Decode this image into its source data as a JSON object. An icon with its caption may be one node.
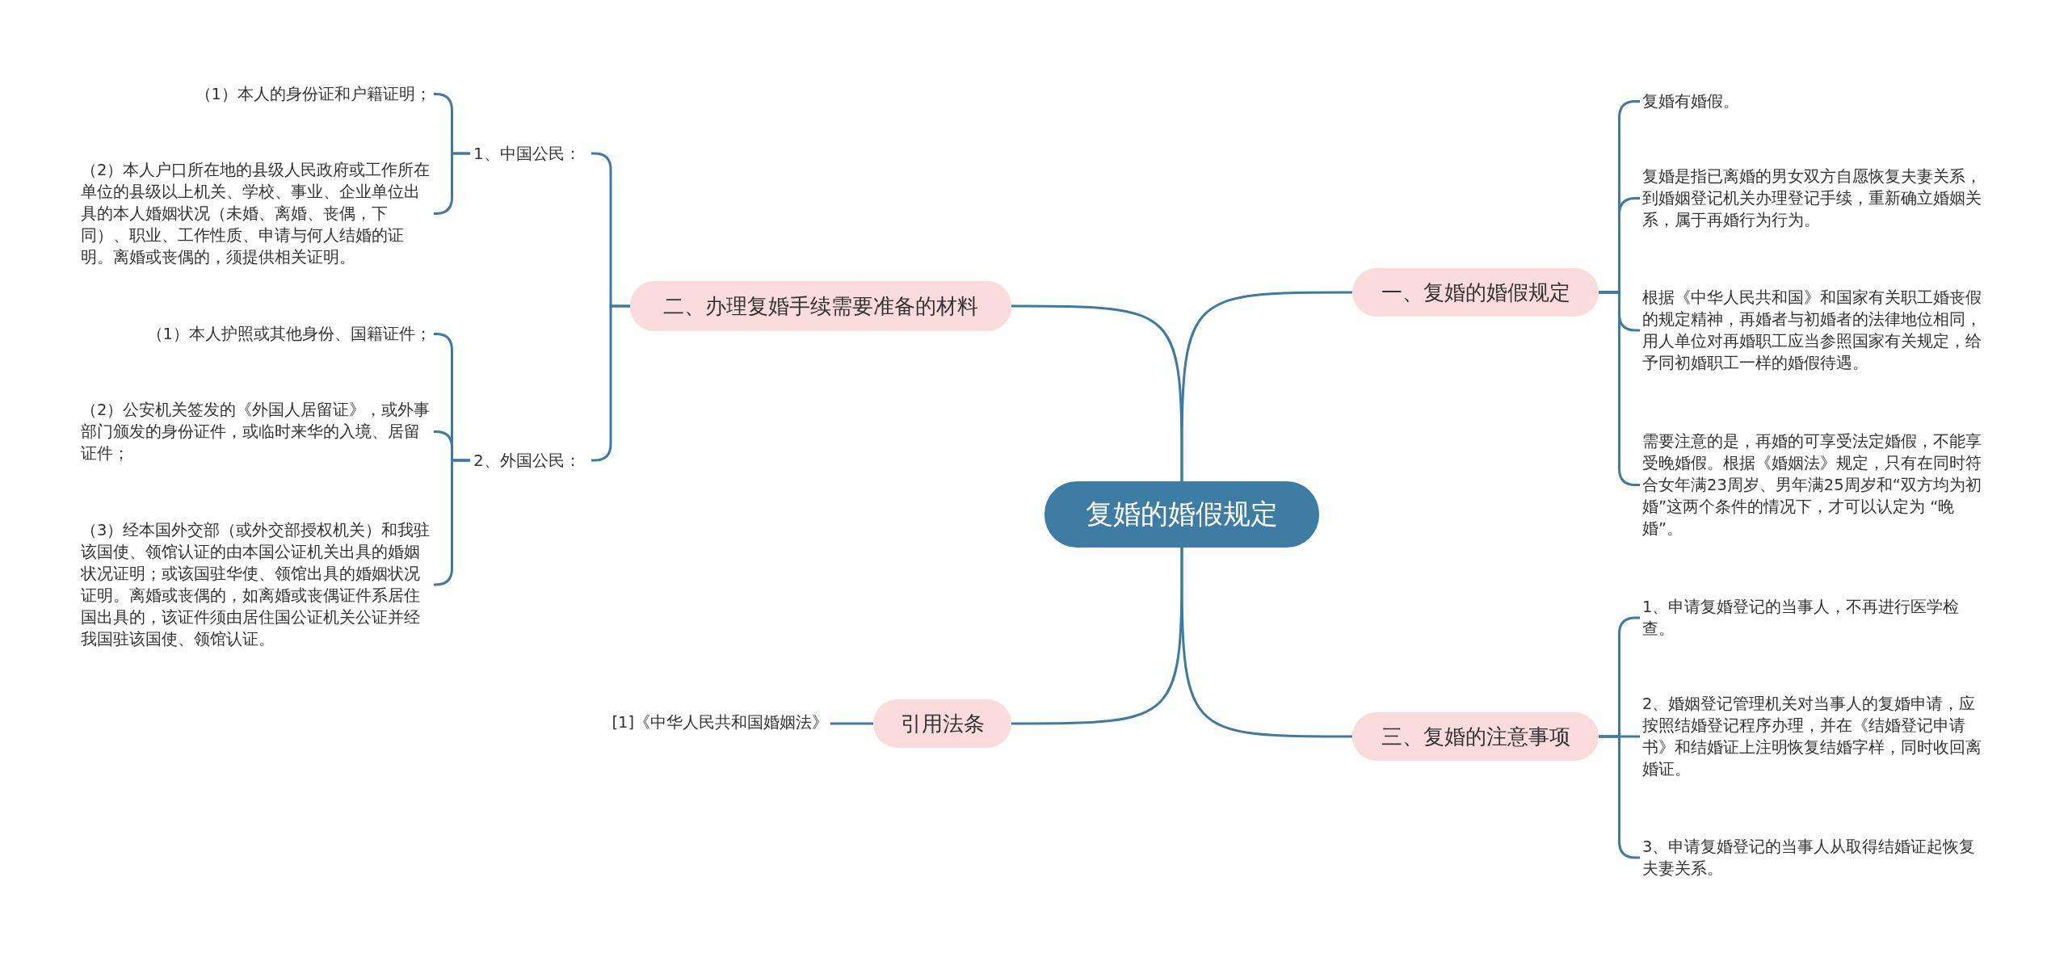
{
  "diagram": {
    "nodes": [
      {
        "text": [
          "复婚的婚假规定"
        ]
      },
      {
        "text": [
          "一、复婚的婚假规定"
        ]
      },
      {
        "text": [
          "复婚有婚假。"
        ]
      },
      {
        "text": [
          "复婚是指已离婚的男女双方自愿恢复夫妻关系，到婚姻登记机关办理登记手续，重新确立婚姻关系，属于再婚行为行为。"
        ]
      },
      {
        "text": [
          "根据《中华人民共和国》和国家有关职工婚丧假的规定精神，再婚者与初婚者的法律地位相同，用人单位对再婚职工应当参照国家有关规定，给予同初婚职工一样的婚假待遇。"
        ]
      },
      {
        "text": [
          "需要注意的是，再婚的可享受法定婚假，不能享受晚婚假。根据《婚姻法》规定，只有在同时符合女年满23周岁、男年满25周岁和“双方均为初婚”这两个条件的情况下，才可以认定为 “晚婚”。"
        ]
      },
      {
        "text": [
          "三、复婚的注意事项"
        ]
      },
      {
        "text": [
          "1、申请复婚登记的当事人，不再进行医学检查。"
        ]
      },
      {
        "text": [
          "2、婚姻登记管理机关对当事人的复婚申请，应按照结婚登记程序办理，并在《结婚登记申请书》和结婚证上注明恢复结婚字样，同时收回离婚证。"
        ]
      },
      {
        "text": [
          "3、申请复婚登记的当事人从取得结婚证起恢复夫妻关系。"
        ]
      },
      {
        "text": [
          "二、办理复婚手续需要准备的材料"
        ]
      },
      {
        "text": [
          "1、中国公民："
        ]
      },
      {
        "text": [
          "（1）本人的身份证和户籍证明；"
        ]
      },
      {
        "text": [
          "（2）本人户口所在地的县级人民政府或工作所在单位的县级以上机关、学校、事业、企业单位出具的本人婚姻状况（未婚、离婚、丧偶，下同）、职业、工作性质、申请与何人结婚的证明。离婚或丧偶的，须提供相关证明。"
        ]
      },
      {
        "text": [
          "2、外国公民："
        ]
      },
      {
        "text": [
          "（1）本人护照或其他身份、国籍证件；"
        ]
      },
      {
        "text": [
          "（2）公安机关签发的《外国人居留证》，或外事部门颁发的身份证件，或临时来华的入境、居留证件；"
        ]
      },
      {
        "text": [
          "（3）经本国外交部（或外交部授权机关）和我驻该国使、领馆认证的由本国公证机关出具的婚姻状况证明；或该国驻华使、领馆出具的婚姻状况证明。离婚或丧偶的，如离婚或丧偶证件系居住国出具的，该证件须由居住国公证机关公证并经我国驻该国使、领馆认证。"
        ]
      },
      {
        "text": [
          "引用法条"
        ]
      },
      {
        "text": [
          "[1]《中华人民共和国婚姻法》"
        ]
      }
    ],
    "edges": [
      {
        "from": 0,
        "to": 1,
        "arrow": "none"
      },
      {
        "from": 1,
        "to": 2,
        "arrow": "none"
      },
      {
        "from": 1,
        "to": 3,
        "arrow": "none"
      },
      {
        "from": 1,
        "to": 4,
        "arrow": "none"
      },
      {
        "from": 1,
        "to": 5,
        "arrow": "none"
      },
      {
        "from": 0,
        "to": 6,
        "arrow": "none"
      },
      {
        "from": 6,
        "to": 7,
        "arrow": "none"
      },
      {
        "from": 6,
        "to": 8,
        "arrow": "none"
      },
      {
        "from": 6,
        "to": 9,
        "arrow": "none"
      },
      {
        "from": 0,
        "to": 10,
        "arrow": "none"
      },
      {
        "from": 10,
        "to": 11,
        "arrow": "none"
      },
      {
        "from": 11,
        "to": 12,
        "arrow": "none"
      },
      {
        "from": 11,
        "to": 13,
        "arrow": "none"
      },
      {
        "from": 10,
        "to": 14,
        "arrow": "none"
      },
      {
        "from": 14,
        "to": 15,
        "arrow": "none"
      },
      {
        "from": 14,
        "to": 16,
        "arrow": "none"
      },
      {
        "from": 14,
        "to": 17,
        "arrow": "none"
      },
      {
        "from": 0,
        "to": 18,
        "arrow": "none"
      },
      {
        "from": 18,
        "to": 19,
        "arrow": "none"
      }
    ]
  }
}
